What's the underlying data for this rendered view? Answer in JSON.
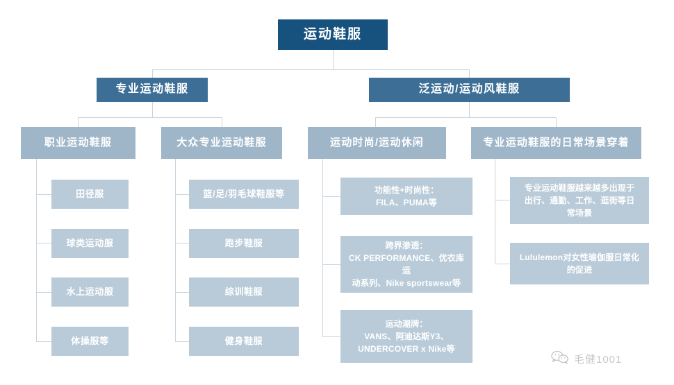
{
  "diagram": {
    "type": "tree",
    "title": "运动鞋服",
    "root": {
      "label": "运动鞋服"
    },
    "level2": [
      {
        "label": "专业运动鞋服"
      },
      {
        "label": "泛运动/运动风鞋服"
      }
    ],
    "level3": [
      {
        "label": "职业运动鞋服"
      },
      {
        "label": "大众专业运动鞋服"
      },
      {
        "label": "运动时尚/运动休闲"
      },
      {
        "label": "专业运动鞋服的日常场景穿着"
      }
    ],
    "column1_leaves": [
      {
        "label": "田径服"
      },
      {
        "label": "球类运动服"
      },
      {
        "label": "水上运动服"
      },
      {
        "label": "体操服等"
      }
    ],
    "column2_leaves": [
      {
        "label": "篮/足/羽毛球鞋服等"
      },
      {
        "label": "跑步鞋服"
      },
      {
        "label": "综训鞋服"
      },
      {
        "label": "健身鞋服"
      }
    ],
    "column3_leaves": [
      {
        "label": "功能性+时尚性：\nFILA、PUMA等"
      },
      {
        "label": "跨界渗透：\nCK PERFORMANCE、优衣库运\n动系列、Nike sportswear等"
      },
      {
        "label": "运动潮牌：\nVANS、阿迪达斯Y3、\nUNDERCOVER x Nike等"
      }
    ],
    "column4_leaves": [
      {
        "label": "专业运动鞋服越来越多出现于\n出行、通勤、工作、逛街等日\n常场景"
      },
      {
        "label": "Lululemon对女性瑜伽服日常化\n的促进"
      }
    ]
  },
  "colors": {
    "root_bg": "#17527f",
    "level2_bg": "#3d6e96",
    "level3_bg": "#9fb6c9",
    "leaf_bg": "#b9cbd8",
    "connector": "#c9d4dd",
    "text": "#ffffff",
    "background": "#ffffff"
  },
  "watermark": {
    "label": "毛健1001",
    "icon": "wechat-icon"
  }
}
